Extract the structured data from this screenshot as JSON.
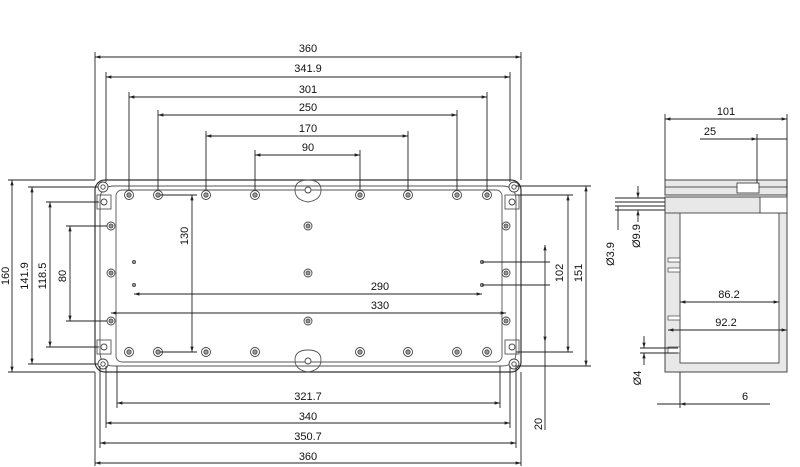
{
  "front_view": {
    "horizontal_dims": {
      "overall_top": "360",
      "d341_9": "341.9",
      "d301": "301",
      "d250": "250",
      "d170": "170",
      "d90": "90",
      "d290": "290",
      "d330": "330",
      "d321_7": "321.7",
      "d340": "340",
      "d350_7": "350.7",
      "overall_bottom": "360"
    },
    "vertical_dims": {
      "d160": "160",
      "d141_9": "141.9",
      "d118_5": "118.5",
      "d80": "80",
      "d130": "130",
      "d102": "102",
      "d151": "151",
      "d20": "20"
    }
  },
  "side_view": {
    "dims": {
      "d101": "101",
      "d25": "25",
      "d86_2": "86.2",
      "d92_2": "92.2",
      "d6": "6",
      "dia9_9": "Ø9.9",
      "dia3_9": "Ø3.9",
      "dia4": "Ø4"
    }
  }
}
